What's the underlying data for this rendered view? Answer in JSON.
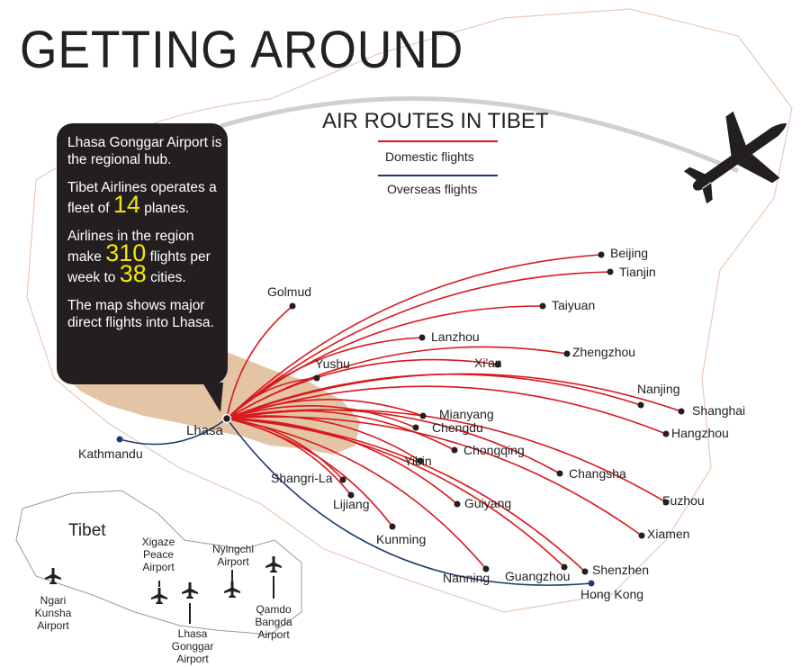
{
  "title": "GETTING AROUND",
  "legend": {
    "title": "AIR ROUTES IN TIBET",
    "domestic": {
      "label": "Domestic flights",
      "color": "#d7191f"
    },
    "overseas": {
      "label": "Overseas flights",
      "color": "#1f3b73"
    }
  },
  "callout": {
    "p1": "Lhasa Gonggar Airport is the regional hub.",
    "p2a": "Tibet Airlines operates a fleet of ",
    "planes": "14",
    "p2b": " planes.",
    "p3a": "Airlines in the region make ",
    "flights": "310",
    "p3b": " flights per week to ",
    "cities": "38",
    "p3c": " cities.",
    "p4": "The map shows major direct flights into Lhasa."
  },
  "hub": "Lhasa",
  "region_color": "#e3c4a4",
  "cities": [
    {
      "name": "Beijing",
      "type": "domestic"
    },
    {
      "name": "Tianjin",
      "type": "domestic"
    },
    {
      "name": "Golmud",
      "type": "domestic"
    },
    {
      "name": "Taiyuan",
      "type": "domestic"
    },
    {
      "name": "Lanzhou",
      "type": "domestic"
    },
    {
      "name": "Zhengzhou",
      "type": "domestic"
    },
    {
      "name": "Xi'an",
      "type": "domestic"
    },
    {
      "name": "Yushu",
      "type": "domestic"
    },
    {
      "name": "Nanjing",
      "type": "domestic"
    },
    {
      "name": "Shanghai",
      "type": "domestic"
    },
    {
      "name": "Mianyang",
      "type": "domestic"
    },
    {
      "name": "Chengdu",
      "type": "domestic"
    },
    {
      "name": "Hangzhou",
      "type": "domestic"
    },
    {
      "name": "Chongqing",
      "type": "domestic"
    },
    {
      "name": "Yibin",
      "type": "domestic"
    },
    {
      "name": "Changsha",
      "type": "domestic"
    },
    {
      "name": "Shangri-La",
      "type": "domestic"
    },
    {
      "name": "Lijiang",
      "type": "domestic"
    },
    {
      "name": "Fuzhou",
      "type": "domestic"
    },
    {
      "name": "Guiyang",
      "type": "domestic"
    },
    {
      "name": "Kunming",
      "type": "domestic"
    },
    {
      "name": "Xiamen",
      "type": "domestic"
    },
    {
      "name": "Nanning",
      "type": "domestic"
    },
    {
      "name": "Guangzhou",
      "type": "domestic"
    },
    {
      "name": "Shenzhen",
      "type": "domestic"
    },
    {
      "name": "Hong Kong",
      "type": "overseas"
    },
    {
      "name": "Kathmandu",
      "type": "overseas"
    }
  ],
  "inset": {
    "region": "Tibet",
    "airports": [
      "Ngari Kunsha Airport",
      "Xigaze Peace Airport",
      "Lhasa Gonggar Airport",
      "Nyingchi Airport",
      "Qamdo Bangda Airport"
    ]
  }
}
